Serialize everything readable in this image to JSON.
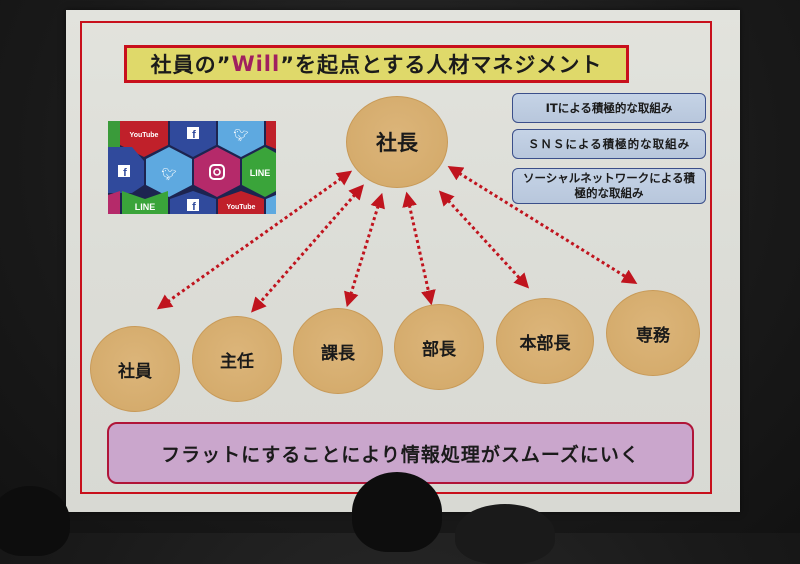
{
  "slide": {
    "title_prefix": "社員の”",
    "title_highlight": "Will",
    "title_suffix": "”を起点とする人材マネジメント",
    "center_node": "社長",
    "sns_image": {
      "tiles": [
        "YouTube",
        "Facebook",
        "Twitter",
        "Facebook",
        "Twitter",
        "Instagram",
        "LINE",
        "LINE",
        "Facebook",
        "YouTube"
      ]
    },
    "info_boxes": [
      {
        "label": "ITによる積極的な取組み"
      },
      {
        "label": "ＳＮＳによる積極的な取組み"
      },
      {
        "label": "ソーシャルネットワークによる積極的な取組み"
      }
    ],
    "nodes": [
      {
        "label": "社員"
      },
      {
        "label": "主任"
      },
      {
        "label": "課長"
      },
      {
        "label": "部長"
      },
      {
        "label": "本部長"
      },
      {
        "label": "専務"
      }
    ],
    "bottom_message": "フラットにすることにより情報処理がスムーズにいく"
  },
  "colors": {
    "frame_red": "#c8101c",
    "title_yellow": "#dfd96a",
    "will_magenta": "#a0205f",
    "node_tan": "#d5ac6d",
    "info_blue": "#c0cfe3",
    "bottom_purple": "#caa6cc",
    "arrow_red": "#c0141e"
  }
}
